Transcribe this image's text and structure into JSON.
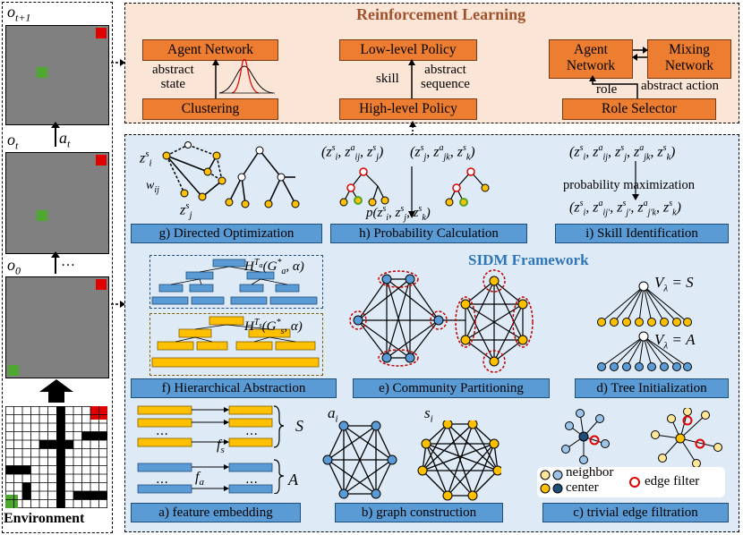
{
  "rl": {
    "title": "Reinforcement Learning",
    "agent_network": "Agent Network",
    "clustering": "Clustering",
    "abstract_state": "abstract\nstate",
    "low_level_policy": "Low-level Policy",
    "high_level_policy": "High-level Policy",
    "skill": "skill",
    "abstract_sequence": "abstract\nsequence",
    "agent_network_2": "Agent\nNetwork",
    "mixing_network": "Mixing\nNetwork",
    "role": "role",
    "abstract_action": "abstract action",
    "role_selector": "Role Selector"
  },
  "env": {
    "o_t1": "o",
    "o_t1_sub": "t+1",
    "o_t": "o",
    "o_t_sub": "t",
    "a_t": "a",
    "a_t_sub": "t",
    "o_0": "o",
    "o_0_sub": "0",
    "dots": "…",
    "label": "Environment"
  },
  "sidm": {
    "framework_title": "SIDM Framework",
    "g_caption": "g) Directed Optimization",
    "h_caption": "h) Probability Calculation",
    "i_caption": "i) Skill Identification",
    "f_caption": "f) Hierarchical Abstraction",
    "e_caption": "e) Community Partitioning",
    "d_caption": "d) Tree Initialization",
    "a_caption": "a) feature embedding",
    "b_caption": "b) graph construction",
    "c_caption": "c) trivial edge filtration",
    "probability_maximization": "probability maximization",
    "z_i_s": "z",
    "w_ij": "w",
    "h_formula_1": "(z",
    "h_formula_2": "(z",
    "h_p": "p(z",
    "i_formula_top": "(z",
    "i_formula_bottom": "(z",
    "H_Ta": "H",
    "H_Ts": "H",
    "G_a": "(G",
    "G_s": "(G",
    "V_S": "V",
    "V_A": "V",
    "eq_S": "= S",
    "eq_A": "= A",
    "f_s": "f",
    "f_a": "f",
    "S": "S",
    "A": "A",
    "a_i": "a",
    "s_i": "s",
    "neighbor": "neighbor",
    "center": "center",
    "edge_filter": "edge filter"
  },
  "colors": {
    "orange": "#ed7d31",
    "blue": "#5b9bd5",
    "yellow": "#ffc000",
    "rl_bg": "#fbe5d6",
    "sidm_bg": "#deebf7",
    "grid_gray": "#808080",
    "red": "#e00000",
    "green": "#4ea72e"
  }
}
